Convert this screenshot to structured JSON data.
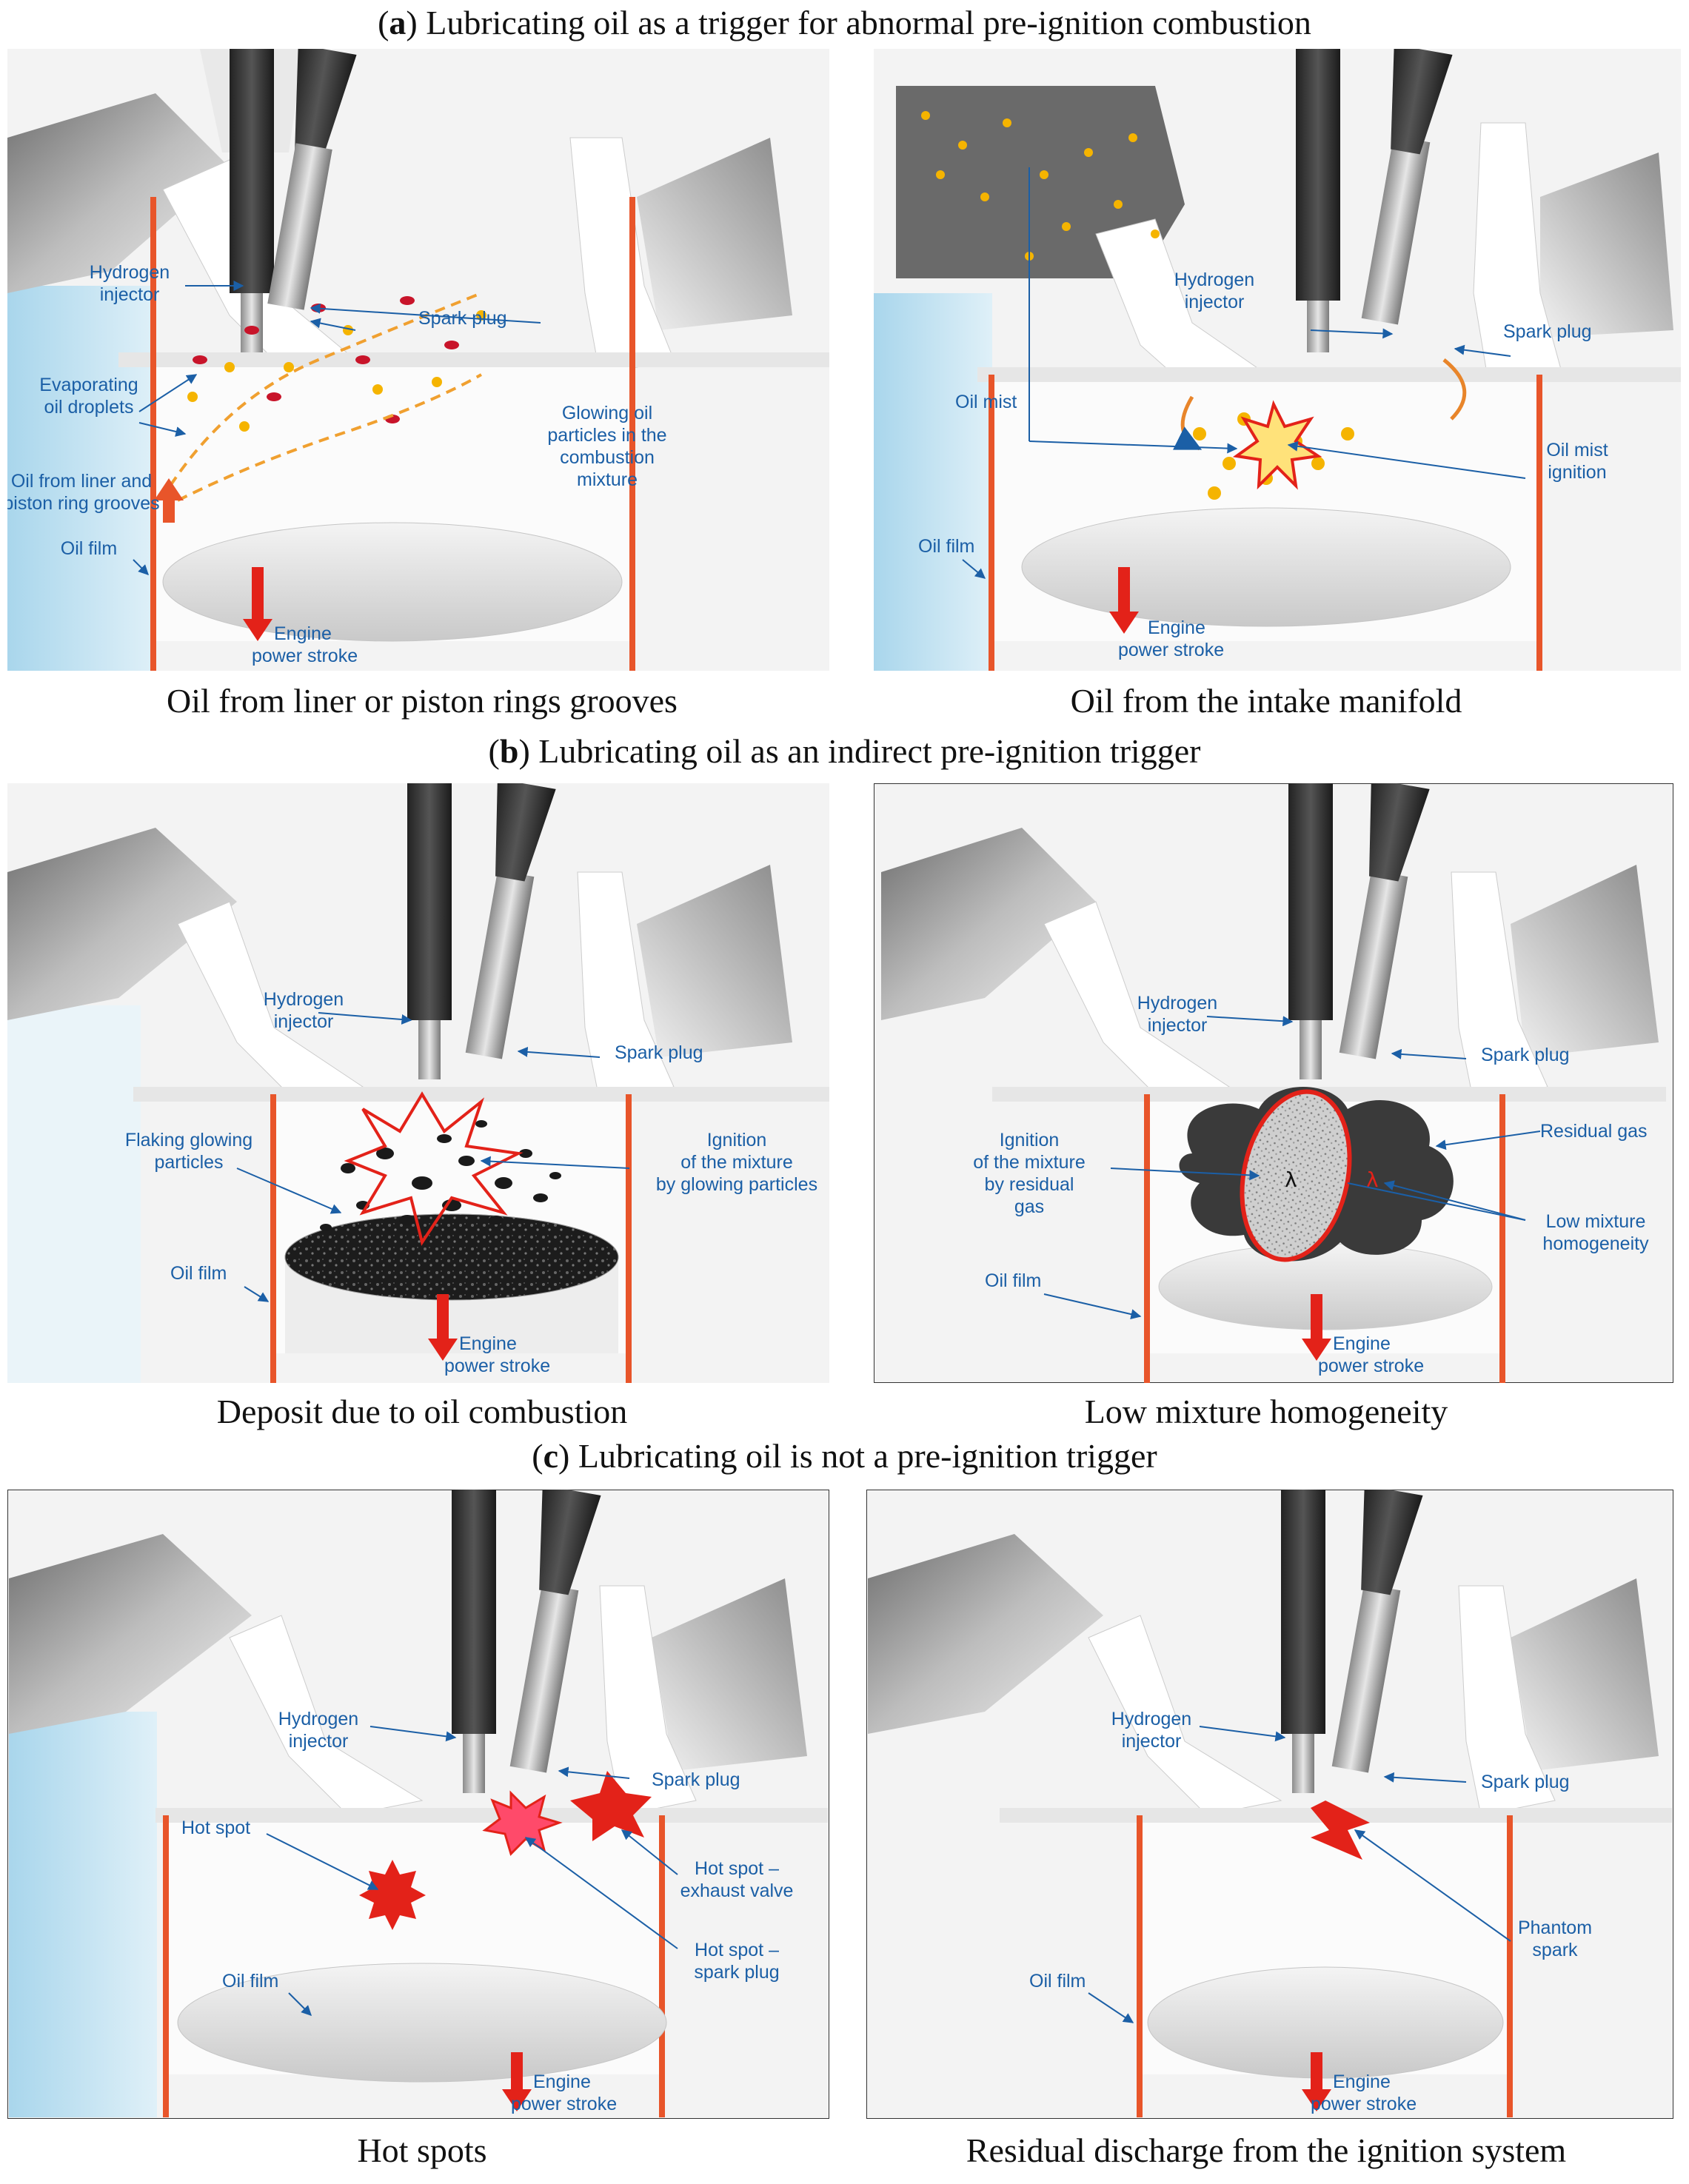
{
  "sections": [
    {
      "letter": "a",
      "title": "Lubricating oil as a trigger for abnormal pre-ignition combustion"
    },
    {
      "letter": "b",
      "title": "Lubricating oil as an indirect pre-ignition trigger"
    },
    {
      "letter": "c",
      "title": "Lubricating oil is not a pre-ignition trigger"
    }
  ],
  "panels": [
    {
      "caption": "Oil from liner or piston rings grooves",
      "labels": {
        "injector_1": "Hydrogen",
        "injector_2": "injector",
        "spark": "Spark plug",
        "evap_1": "Evaporating",
        "evap_2": "oil droplets",
        "liner_1": "Oil from liner and",
        "liner_2": "piston ring grooves",
        "film": "Oil film",
        "glow_1": "Glowing oil",
        "glow_2": "particles in the",
        "glow_3": "combustion",
        "glow_4": "mixture",
        "stroke_1": "Engine",
        "stroke_2": "power stroke"
      }
    },
    {
      "caption": "Oil from the intake manifold",
      "labels": {
        "injector_1": "Hydrogen",
        "injector_2": "injector",
        "spark": "Spark plug",
        "mist": "Oil mist",
        "mistig_1": "Oil mist",
        "mistig_2": "ignition",
        "film": "Oil film",
        "stroke_1": "Engine",
        "stroke_2": "power stroke"
      }
    },
    {
      "caption": "Deposit due to oil combustion",
      "labels": {
        "injector_1": "Hydrogen",
        "injector_2": "injector",
        "spark": "Spark plug",
        "flake_1": "Flaking glowing",
        "flake_2": "particles",
        "ign_1": "Ignition",
        "ign_2": "of the mixture",
        "ign_3": "by glowing particles",
        "film": "Oil film",
        "stroke_1": "Engine",
        "stroke_2": "power stroke"
      }
    },
    {
      "caption": "Low mixture homogeneity",
      "labels": {
        "injector_1": "Hydrogen",
        "injector_2": "injector",
        "spark": "Spark plug",
        "resgas": "Residual gas",
        "ign_1": "Ignition",
        "ign_2": "of the mixture",
        "ign_3": "by residual",
        "ign_4": "gas",
        "low_1": "Low mixture",
        "low_2": "homogeneity",
        "lambda": "λ",
        "film": "Oil film",
        "stroke_1": "Engine",
        "stroke_2": "power stroke"
      }
    },
    {
      "caption": "Hot spots",
      "labels": {
        "injector_1": "Hydrogen",
        "injector_2": "injector",
        "spark": "Spark plug",
        "hot": "Hot spot",
        "exh_1": "Hot spot –",
        "exh_2": "exhaust valve",
        "sp_1": "Hot spot –",
        "sp_2": "spark plug",
        "film": "Oil film",
        "stroke_1": "Engine",
        "stroke_2": "power stroke"
      }
    },
    {
      "caption": "Residual discharge from the ignition system",
      "labels": {
        "injector_1": "Hydrogen",
        "injector_2": "injector",
        "spark": "Spark plug",
        "phantom_1": "Phantom",
        "phantom_2": "spark",
        "film": "Oil film",
        "stroke_1": "Engine",
        "stroke_2": "power stroke"
      }
    }
  ],
  "colors": {
    "label": "#1b5fa6",
    "liner": "#e8552a",
    "arrow_red": "#e32219",
    "oil_yellow": "#f5b400",
    "glow_red": "#c8142a",
    "deposit": "#1a1a1a"
  }
}
